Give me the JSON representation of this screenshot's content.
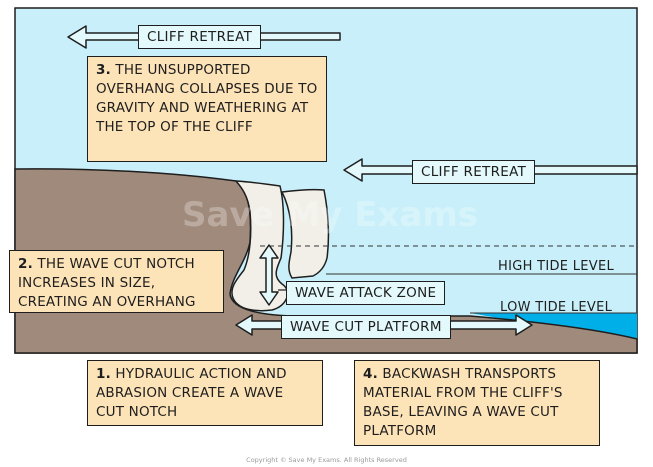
{
  "labels": {
    "cliff_retreat_top": "CLIFF RETREAT",
    "cliff_retreat_mid": "CLIFF RETREAT",
    "wave_attack_zone": "WAVE ATTACK ZONE",
    "wave_cut_platform": "WAVE CUT PLATFORM",
    "high_tide_level": "HIGH TIDE LEVEL",
    "low_tide_level": "LOW TIDE LEVEL"
  },
  "steps": [
    {
      "num": "1.",
      "text": "HYDRAULIC ACTION AND ABRASION CREATE A WAVE CUT NOTCH"
    },
    {
      "num": "2.",
      "text": "THE WAVE CUT NOTCH INCREASES IN SIZE, CREATING AN OVERHANG"
    },
    {
      "num": "3.",
      "text": "THE UNSUPPORTED OVERHANG COLLAPSES DUE TO GRAVITY AND WEATHERING AT THE TOP OF THE CLIFF"
    },
    {
      "num": "4.",
      "text": "BACKWASH TRANSPORTS MATERIAL FROM THE CLIFF'S BASE, LEAVING A WAVE CUT PLATFORM"
    }
  ],
  "watermark": "Save My Exams",
  "copyright": "Copyright © Save My Exams. All Rights Reserved",
  "colors": {
    "sky": "#c9f0fa",
    "rock": "#a08a7b",
    "collapsed_rock": "#f1efe7",
    "sea": "#00aee8",
    "label_box": "#fde3b8",
    "term_box": "#e3f9fb"
  }
}
